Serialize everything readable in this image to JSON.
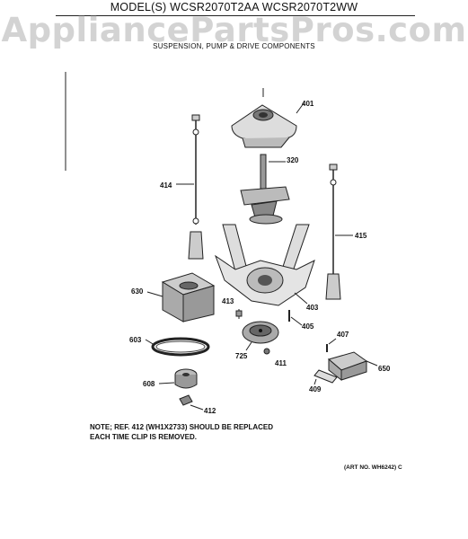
{
  "header": {
    "model_line": "MODEL(S) WCSR2070T2AA WCSR2070T2WW",
    "watermark": "AppliancePartsPros.com",
    "subtitle": "SUSPENSION, PUMP & DRIVE COMPONENTS"
  },
  "parts": {
    "p401": "401",
    "p320": "320",
    "p414": "414",
    "p415": "415",
    "p630": "630",
    "p413": "413",
    "p403": "403",
    "p405": "405",
    "p603": "603",
    "p725": "725",
    "p411": "411",
    "p407": "407",
    "p650": "650",
    "p409": "409",
    "p608": "608",
    "p412": "412"
  },
  "note": "NOTE; REF. 412 (WH1X2733) SHOULD BE REPLACED\n      EACH TIME CLIP IS REMOVED.",
  "art_number": "(ART NO. WH6242) C"
}
